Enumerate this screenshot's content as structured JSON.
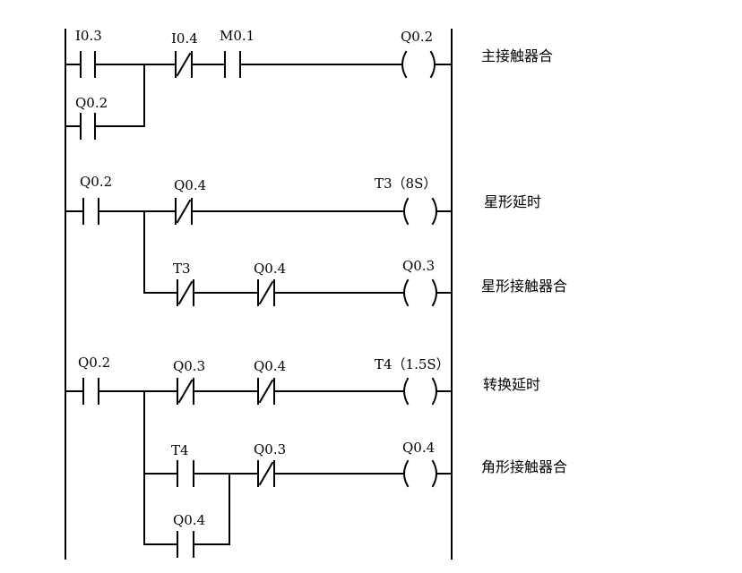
{
  "diagram": {
    "rungs": [
      {
        "comment": "主接触器合",
        "main": {
          "contacts": [
            "I0.3",
            "I0.4",
            "M0.1"
          ],
          "output": "Q0.2"
        },
        "parallel": {
          "contact": "Q0.2"
        }
      },
      {
        "comment": "星形延时",
        "main": {
          "contacts": [
            "Q0.2",
            "Q0.4"
          ],
          "output": "T3（8S）"
        }
      },
      {
        "comment": "星形接触器合",
        "branch": {
          "contacts": [
            "T3",
            "Q0.4"
          ],
          "output": "Q0.3"
        }
      },
      {
        "comment": "转换延时",
        "main": {
          "contacts": [
            "Q0.2",
            "Q0.3",
            "Q0.4"
          ],
          "output": "T4（1.5S）"
        }
      },
      {
        "comment": "角形接触器合",
        "branch": {
          "contacts": [
            "T4",
            "Q0.3"
          ],
          "output": "Q0.4"
        },
        "parallel": {
          "contact": "Q0.4"
        }
      }
    ]
  }
}
